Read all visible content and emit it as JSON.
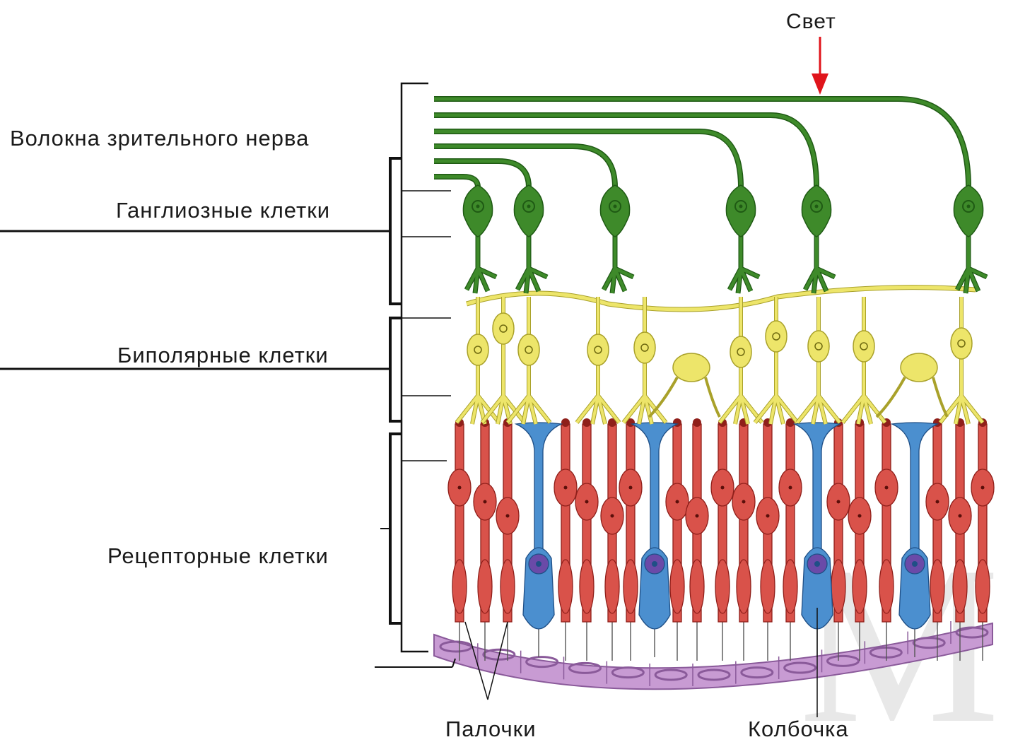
{
  "labels": {
    "light": "Свет",
    "optic_nerve_fibers": "Волокна зрительного нерва",
    "ganglion_cells": "Ганглиозные клетки",
    "bipolar_cells": "Биполярные клетки",
    "receptor_cells": "Рецепторные клетки",
    "rods": "Палочки",
    "cone": "Колбочка"
  },
  "colors": {
    "ganglion": "#3e8a2a",
    "ganglion_dark": "#1f5a14",
    "bipolar": "#ede56a",
    "bipolar_dark": "#a9a12a",
    "rod": "#d9524a",
    "rod_dark": "#8f1f1a",
    "cone": "#4b8fcf",
    "cone_dark": "#1f4f86",
    "pigment": "#c89bd3",
    "pigment_dark": "#8a5a9a",
    "light_arrow": "#e0141b"
  }
}
